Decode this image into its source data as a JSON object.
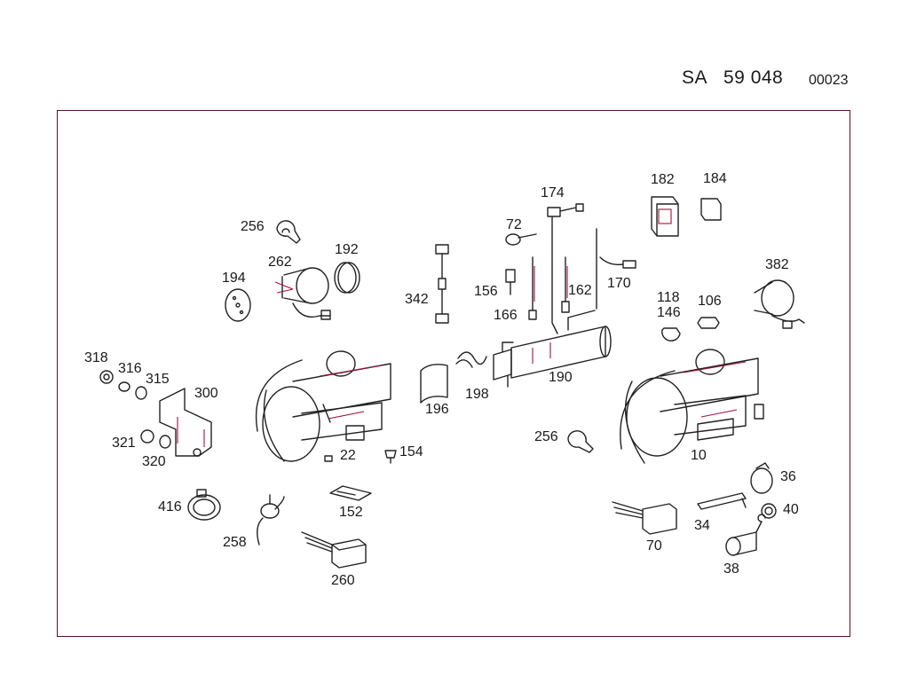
{
  "header": {
    "sa": "SA",
    "number": "59 048",
    "code": "00023"
  },
  "parts": {
    "p256a": "256",
    "p262": "262",
    "p192": "192",
    "p194": "194",
    "p342": "342",
    "p72": "72",
    "p174": "174",
    "p156": "156",
    "p166": "166",
    "p162": "162",
    "p170": "170",
    "p182": "182",
    "p184": "184",
    "p382": "382",
    "p118": "118",
    "p146": "146",
    "p106": "106",
    "p318": "318",
    "p316": "316",
    "p315": "315",
    "p300": "300",
    "p321": "321",
    "p320": "320",
    "p22": "22",
    "p154": "154",
    "p196": "196",
    "p198": "198",
    "p190": "190",
    "p256b": "256",
    "p10": "10",
    "p416": "416",
    "p258": "258",
    "p152": "152",
    "p260": "260",
    "p36": "36",
    "p40": "40",
    "p34": "34",
    "p70": "70",
    "p38": "38"
  },
  "colors": {
    "frame": "#5a0e28",
    "line": "#222222",
    "accent": "#a3123b"
  }
}
